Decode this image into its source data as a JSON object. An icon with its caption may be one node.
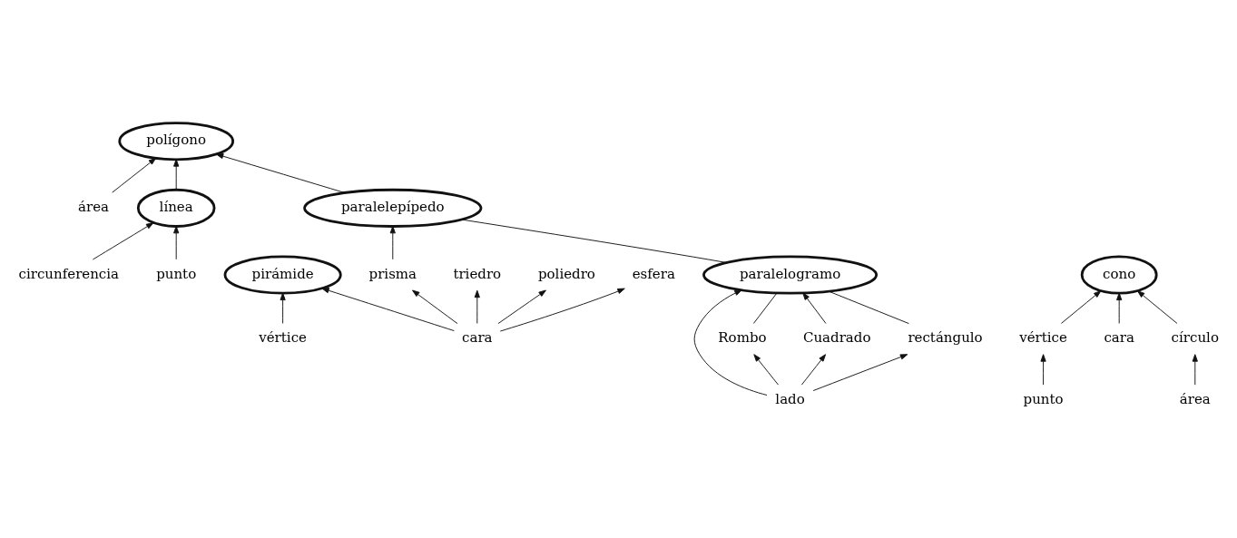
{
  "diagram": {
    "nodes": [
      {
        "text": [
          "paralelogramo"
        ]
      },
      {
        "text": [
          "Rombo"
        ]
      },
      {
        "text": [
          "Cuadrado"
        ]
      },
      {
        "text": [
          "rectángulo"
        ]
      },
      {
        "text": [
          "lado"
        ]
      },
      {
        "text": [
          "cono"
        ]
      },
      {
        "text": [
          "vértice"
        ]
      },
      {
        "text": [
          "punto"
        ]
      },
      {
        "text": [
          "cara"
        ]
      },
      {
        "text": [
          "círculo"
        ]
      },
      {
        "text": [
          "área"
        ]
      },
      {
        "text": [
          "paralelepípedo"
        ]
      },
      {
        "text": [
          "prisma"
        ]
      },
      {
        "text": [
          "pirámide"
        ]
      },
      {
        "text": [
          "triedro"
        ]
      },
      {
        "text": [
          "poliedro"
        ]
      },
      {
        "text": [
          "vértice"
        ]
      },
      {
        "text": [
          "cara"
        ]
      },
      {
        "text": [
          "esfera"
        ]
      },
      {
        "text": [
          "área"
        ]
      },
      {
        "text": [
          "polígono"
        ]
      },
      {
        "text": [
          "línea"
        ]
      },
      {
        "text": [
          "circunferencia"
        ]
      },
      {
        "text": [
          "punto"
        ]
      }
    ],
    "edges": [
      {
        "from": 1,
        "to": 0,
        "arrow": "none"
      },
      {
        "from": 2,
        "to": 0,
        "arrow": "to"
      },
      {
        "from": 3,
        "to": 0,
        "arrow": "none"
      },
      {
        "from": 4,
        "to": 1,
        "arrow": "to"
      },
      {
        "from": 4,
        "to": 2,
        "arrow": "to"
      },
      {
        "from": 4,
        "to": 3,
        "arrow": "to"
      },
      {
        "from": 4,
        "to": 0,
        "arrow": "to"
      },
      {
        "from": 6,
        "to": 5,
        "arrow": "to"
      },
      {
        "from": 7,
        "to": 6,
        "arrow": "to"
      },
      {
        "from": 8,
        "to": 5,
        "arrow": "to"
      },
      {
        "from": 9,
        "to": 5,
        "arrow": "to"
      },
      {
        "from": 10,
        "to": 9,
        "arrow": "to"
      },
      {
        "from": 0,
        "to": 11,
        "arrow": "none"
      },
      {
        "from": 11,
        "to": 20,
        "arrow": "to"
      },
      {
        "from": 12,
        "to": 11,
        "arrow": "to"
      },
      {
        "from": 16,
        "to": 13,
        "arrow": "to"
      },
      {
        "from": 17,
        "to": 12,
        "arrow": "to"
      },
      {
        "from": 17,
        "to": 13,
        "arrow": "to"
      },
      {
        "from": 17,
        "to": 14,
        "arrow": "to"
      },
      {
        "from": 17,
        "to": 15,
        "arrow": "to"
      },
      {
        "from": 17,
        "to": 18,
        "arrow": "to"
      },
      {
        "from": 19,
        "to": 20,
        "arrow": "to"
      },
      {
        "from": 21,
        "to": 20,
        "arrow": "to"
      },
      {
        "from": 22,
        "to": 21,
        "arrow": "to"
      },
      {
        "from": 23,
        "to": 21,
        "arrow": "to"
      }
    ]
  }
}
